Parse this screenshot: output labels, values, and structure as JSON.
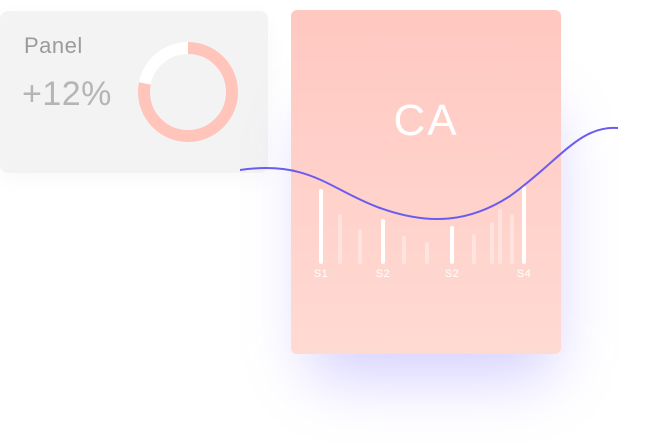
{
  "panel": {
    "title": "Panel",
    "value": "+12%",
    "ring_progress": 0.78,
    "ring_color": "#ffc4ba",
    "ring_track_color": "#ffffff"
  },
  "card": {
    "title": "CA",
    "bar_color": "#ffffff",
    "wave_color": "#6b5cf0"
  },
  "chart_data": {
    "type": "bar",
    "categories": [
      "S1",
      "S2",
      "S2",
      "S4"
    ],
    "values": [
      0.75,
      0.45,
      0.38,
      0.78
    ],
    "background_values": [
      0.5,
      0.35,
      0.28,
      0.22,
      0.3,
      0.42,
      0.55,
      0.5
    ],
    "title": "",
    "xlabel": "",
    "ylabel": ""
  }
}
